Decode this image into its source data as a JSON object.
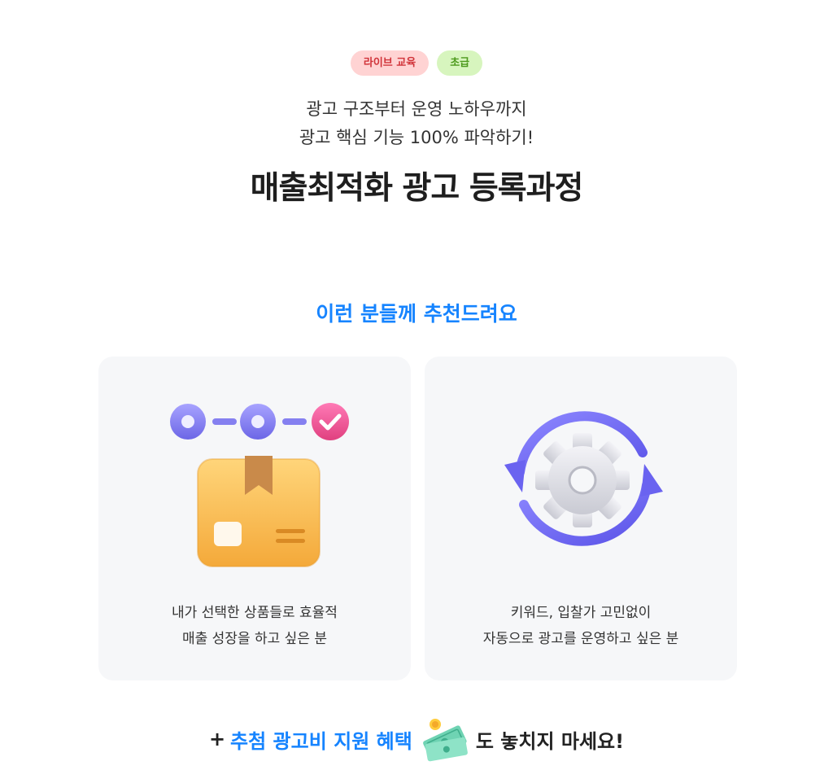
{
  "badges": {
    "live": "라이브 교육",
    "level": "초급"
  },
  "subtitle": {
    "line1": "광고 구조부터 운영 노하우까지",
    "line2": "광고 핵심 기능 100% 파악하기!"
  },
  "title": "매출최적화 광고 등록과정",
  "recommend_heading": "이런 분들께 추천드려요",
  "cards": [
    {
      "icon": "package-box-icon",
      "line1": "내가 선택한 상품들로 효율적",
      "line2": "매출 성장을 하고 싶은 분"
    },
    {
      "icon": "gear-cycle-icon",
      "line1": "키워드, 입찰가 고민없이",
      "line2": "자동으로 광고를 운영하고 싶은 분"
    }
  ],
  "bottom": {
    "plus": "+",
    "highlight": "추첨 광고비 지원 혜택",
    "rest": "도 놓치지 마세요!",
    "icon": "money-icon"
  },
  "colors": {
    "accent": "#1684ff",
    "card_bg": "#f6f7f9",
    "badge_red": "#ffd3d3",
    "badge_green": "#d7f5be"
  }
}
